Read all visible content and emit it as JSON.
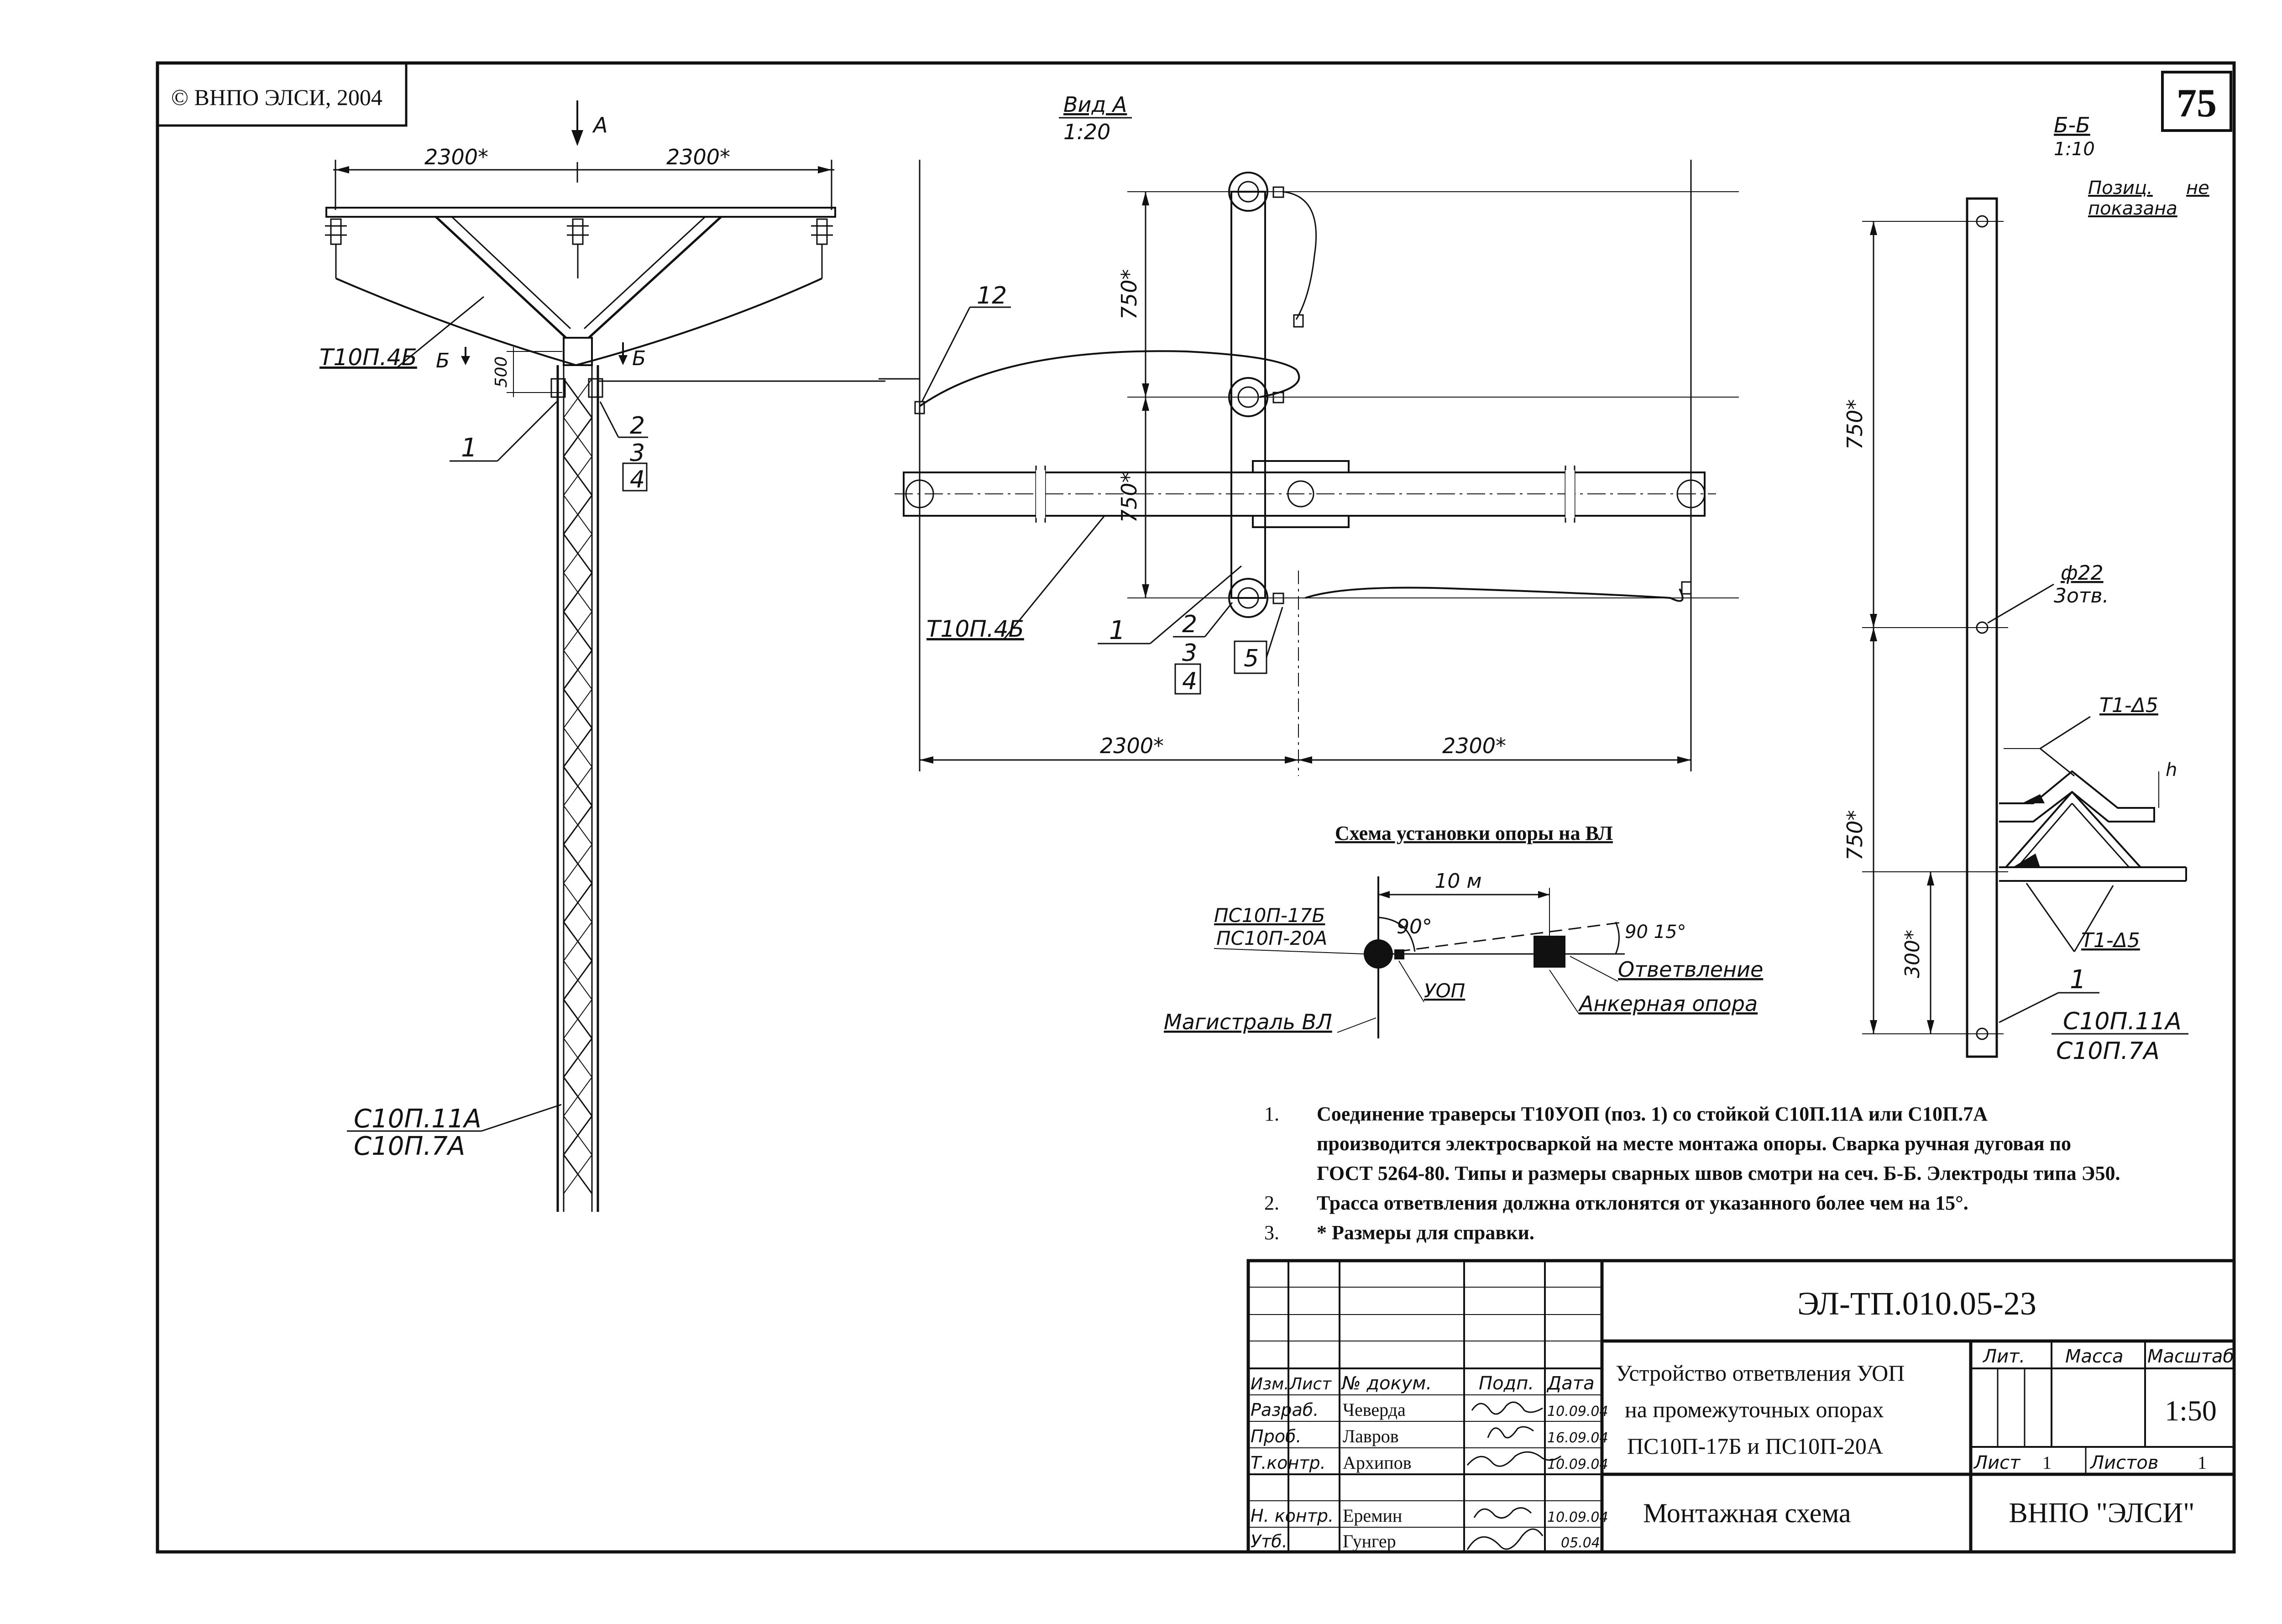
{
  "copyright": "© ВНПО ЭЛСИ, 2004",
  "sheet_number": "75",
  "left_view": {
    "dim_left": "2300*",
    "dim_right": "2300*",
    "view_arrow_label": "А",
    "section_mark_left": "Б",
    "section_mark_right": "Б",
    "dim_vertical": "500",
    "traverse_label": "Т10П.4Б",
    "pos_1": "1",
    "pos_2": "2",
    "pos_3": "3",
    "pos_4": "4",
    "post_label_1": "С10П.11А",
    "post_label_2": "С10П.7А"
  },
  "view_a": {
    "title": "Вид А",
    "scale": "1:20",
    "dim_upper": "750*",
    "dim_lower": "750*",
    "pos_12": "12",
    "traverse_label": "Т10П.4Б",
    "pos_1": "1",
    "pos_2": "2",
    "pos_3": "3",
    "pos_4": "4",
    "pos_5": "5",
    "dim_left": "2300*",
    "dim_right": "2300*"
  },
  "section_bb": {
    "title": "Б-Б",
    "scale": "1:10",
    "note_1": "Позиц.",
    "note_2": "не",
    "note_3": "показана",
    "dim_upper": "750*",
    "dim_lower": "750*",
    "dim_300": "300*",
    "hole_label_1": "ф22",
    "hole_label_2": "3отв.",
    "weld_top": "Т1-Δ5",
    "weld_bottom": "Т1-Δ5",
    "weld_h": "h",
    "pos_1": "1",
    "post_label_1": "С10П.11А",
    "post_label_2": "С10П.7А"
  },
  "scheme": {
    "title": "Схема установки опоры на ВЛ",
    "support_1": "ПС10П-17Б",
    "support_2": "ПС10П-20А",
    "distance": "10 м",
    "angle_90": "90°",
    "angle_range": "90 15°",
    "branch": "Ответвление",
    "uop": "УОП",
    "anchor": "Анкерная опора",
    "main_line": "Магистраль ВЛ"
  },
  "notes": [
    {
      "num": "1.",
      "lines": [
        "Соединение траверсы Т10УОП (поз. 1) со стойкой С10П.11А или С10П.7А",
        "производится  электросваркой на месте монтажа опоры. Сварка ручная дуговая  по",
        "ГОСТ 5264-80. Типы и размеры сварных швов смотри на сеч. Б-Б. Электроды типа Э50."
      ]
    },
    {
      "num": "2.",
      "lines": [
        "Трасса ответвления должна отклонятся от указанного более чем на 15°."
      ]
    },
    {
      "num": "3.",
      "lines": [
        "* Размеры для справки."
      ]
    }
  ],
  "title_block": {
    "doc_code": "ЭЛ-ТП.010.05-23",
    "name_1": "Устройство ответвления УОП",
    "name_2": "на промежуточных опорах",
    "name_3": "ПС10П-17Б и ПС10П-20А",
    "drawing_type": "Монтажная схема",
    "lit_h": "Лит.",
    "mass_h": "Масса",
    "scale_h": "Масштаб",
    "scale": "1:50",
    "sheet_h": "Лист",
    "sheet_val": "1",
    "sheets_h": "Листов",
    "sheets_val": "1",
    "org": "ВНПО \"ЭЛСИ\"",
    "hdr_izm": "Изм.",
    "hdr_list": "Лист",
    "hdr_doc": "№ докум.",
    "hdr_sign": "Подп.",
    "hdr_date": "Дата",
    "rows": [
      {
        "role": "Разраб.",
        "name": "Чеверда",
        "date": "10.09.04"
      },
      {
        "role": "Проб.",
        "name": "Лавров",
        "date": "16.09.04"
      },
      {
        "role": "Т.контр.",
        "name": "Архипов",
        "date": "10.09.04"
      },
      {
        "role": "Н. контр.",
        "name": "Еремин",
        "date": "10.09.04"
      },
      {
        "role": "Утб.",
        "name": "Гунгер",
        "date": "05.04"
      }
    ]
  }
}
